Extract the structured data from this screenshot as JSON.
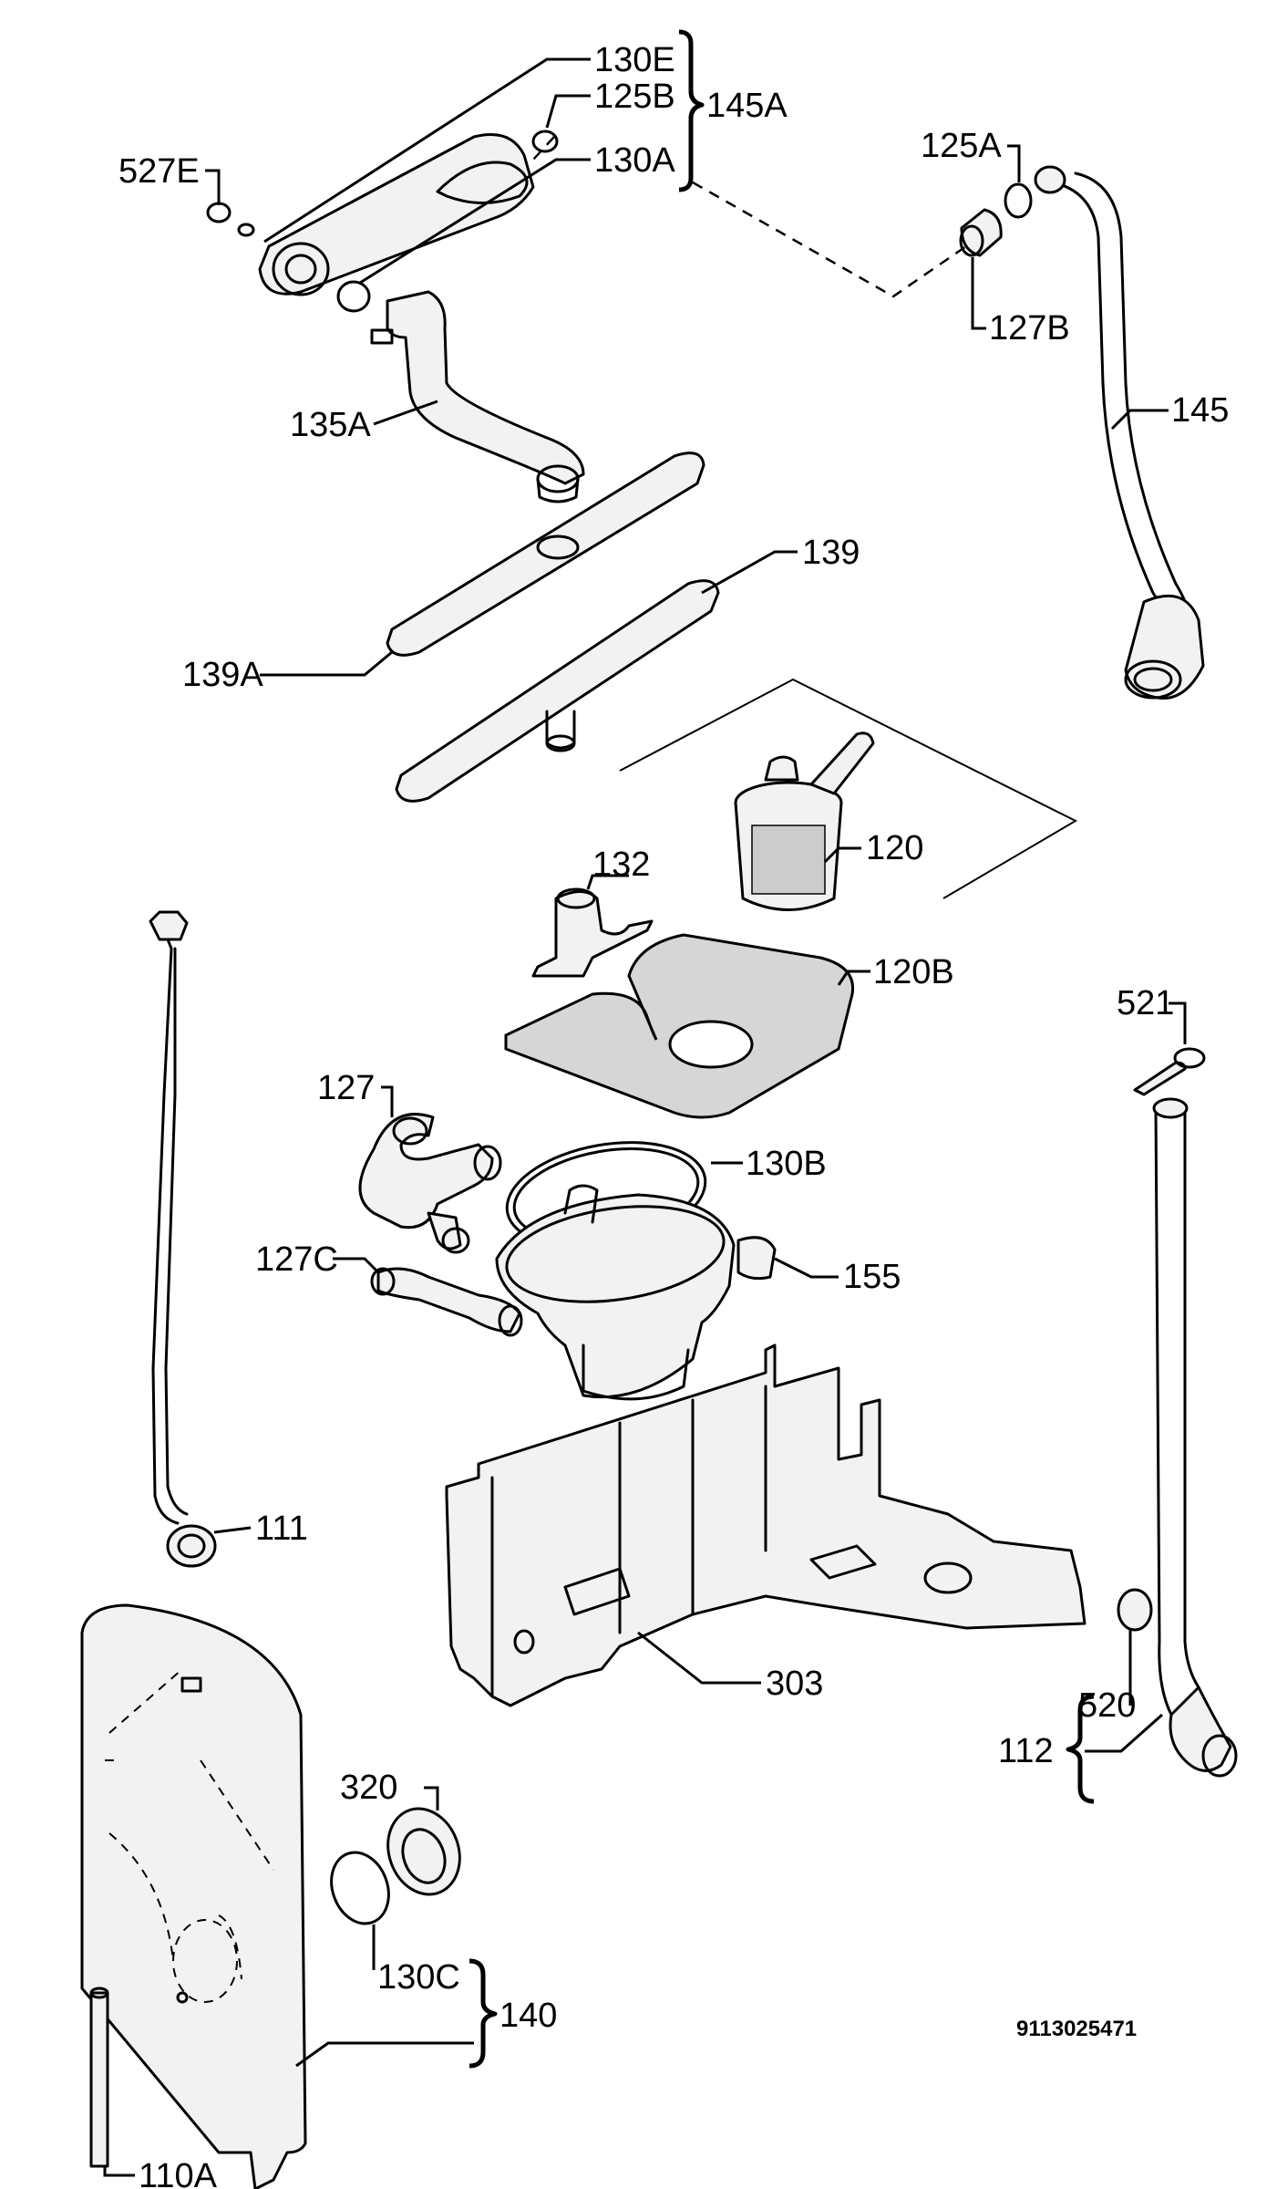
{
  "labels": {
    "l130E": "130E",
    "l125B": "125B",
    "l145A": "145A",
    "l130A": "130A",
    "l527E": "527E",
    "l125A": "125A",
    "l127B": "127B",
    "l145": "145",
    "l135A": "135A",
    "l139": "139",
    "l139A": "139A",
    "l120": "120",
    "l132": "132",
    "l120B": "120B",
    "l521": "521",
    "l127": "127",
    "l130B": "130B",
    "l127C": "127C",
    "l155": "155",
    "l111": "111",
    "l303": "303",
    "l520": "520",
    "l112": "112",
    "l320": "320",
    "l130C": "130C",
    "l140": "140",
    "l110A": "110A",
    "drawing_number": "9113025471"
  }
}
